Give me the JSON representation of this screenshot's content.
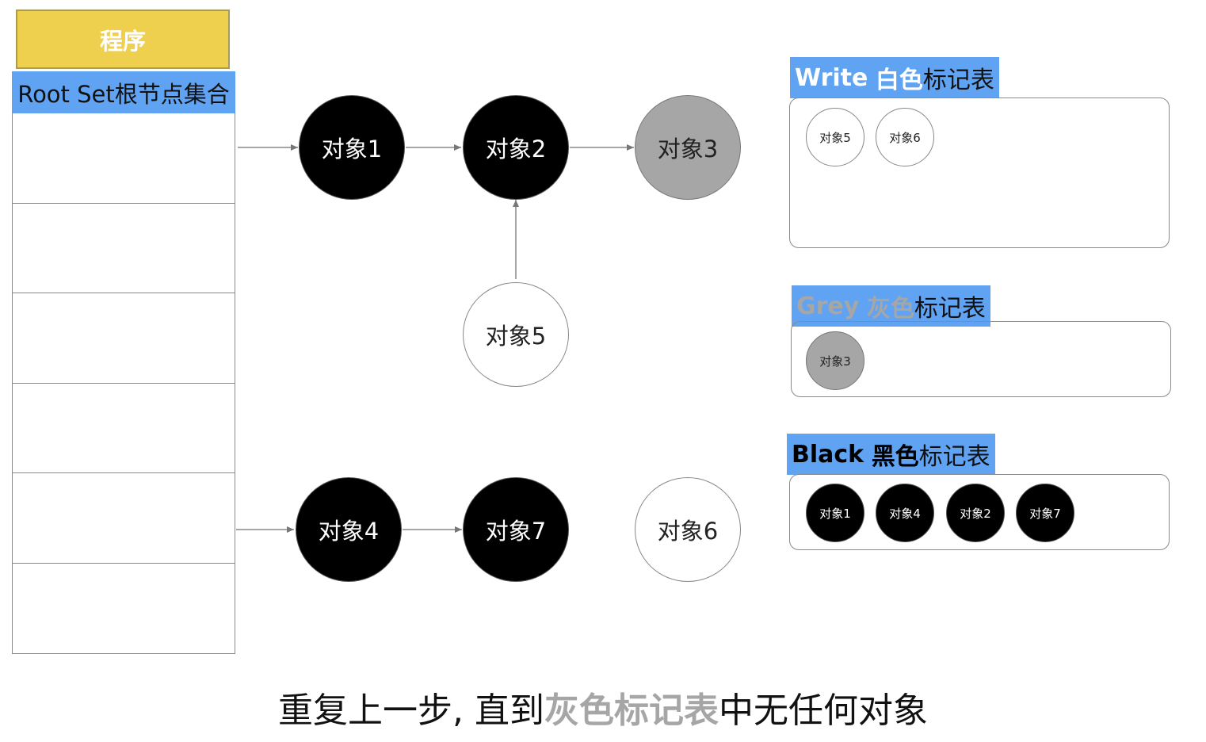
{
  "program": {
    "label": "程序"
  },
  "root_set": {
    "label": "Root Set根节点集合",
    "rows": 6
  },
  "nodes": {
    "obj1": "对象1",
    "obj2": "对象2",
    "obj3": "对象3",
    "obj4": "对象4",
    "obj5": "对象5",
    "obj6": "对象6",
    "obj7": "对象7"
  },
  "white_table": {
    "label_en": "Write",
    "label_color": "白色",
    "label_suffix": "标记表",
    "items": [
      "对象5",
      "对象6"
    ]
  },
  "grey_table": {
    "label_en": "Grey",
    "label_color": "灰色",
    "label_suffix": "标记表",
    "items": [
      "对象3"
    ]
  },
  "black_table": {
    "label_en": "Black",
    "label_color": "黑色",
    "label_suffix": "标记表",
    "items": [
      "对象1",
      "对象4",
      "对象2",
      "对象7"
    ]
  },
  "caption": {
    "before": "重复上一步, 直到",
    "highlight": "灰色标记表",
    "after": "中无任何对象"
  },
  "colors": {
    "program_fill": "#efd04e",
    "label_blue": "#5fa3f2",
    "grey_node": "#a6a6a6",
    "black_node": "#000000",
    "highlight_text": "#a6a6a6"
  }
}
